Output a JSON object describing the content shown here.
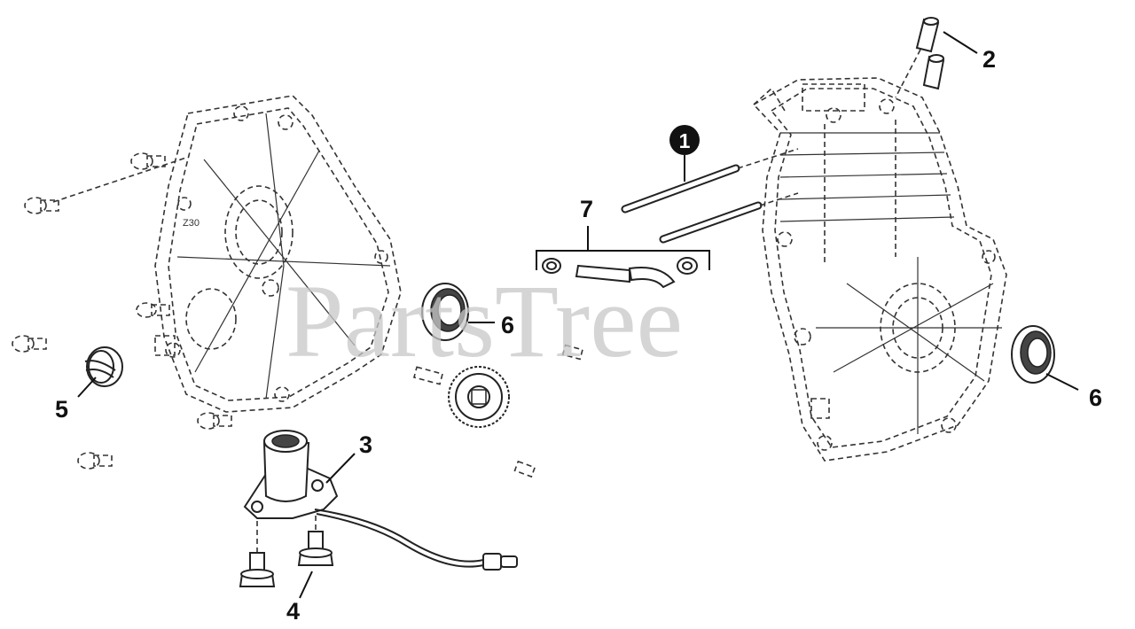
{
  "watermark": "PartsTree",
  "callouts": {
    "c1": "1",
    "c2": "2",
    "c3": "3",
    "c4": "4",
    "c5": "5",
    "c6a": "6",
    "c6b": "6",
    "c7": "7"
  }
}
